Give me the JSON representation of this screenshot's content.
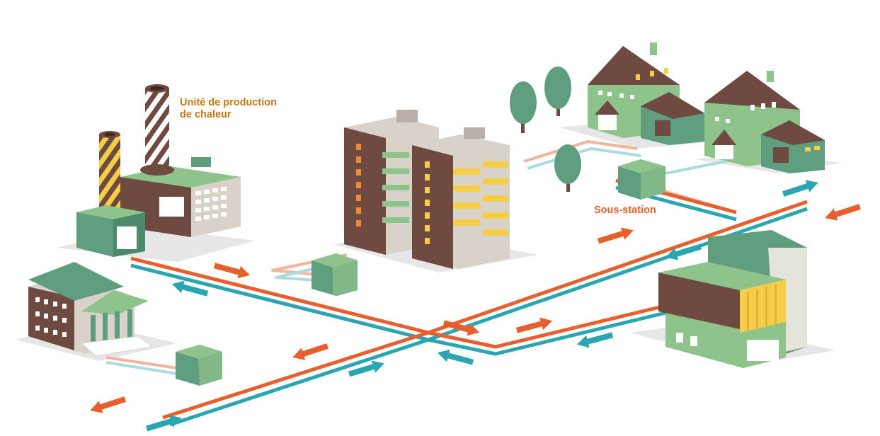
{
  "labels": {
    "production_line1": "Unité de production",
    "production_line2": "de chaleur",
    "substation": "Sous-station"
  },
  "colors": {
    "hot_pipe": "#e95e2d",
    "cold_pipe": "#2aa6b2",
    "hot_pipe_light": "#f3b49c",
    "cold_pipe_light": "#a9dbe0",
    "production_label": "#c47a12",
    "substation_label": "#e95e2d",
    "brown": "#6e4a40",
    "light_green": "#8ec48b",
    "mid_green": "#5e9e7e",
    "beige": "#d9d2c9",
    "yellow": "#f6cd49",
    "orange_window": "#f08a34"
  },
  "icons": {
    "plant": "heating-plant-icon",
    "towers": "apartment-towers-icon",
    "houses": "houses-icon",
    "public": "public-building-icon",
    "office": "office-building-icon",
    "substation": "substation-box-icon",
    "tree": "tree-icon",
    "arrow": "flow-arrow-icon"
  }
}
